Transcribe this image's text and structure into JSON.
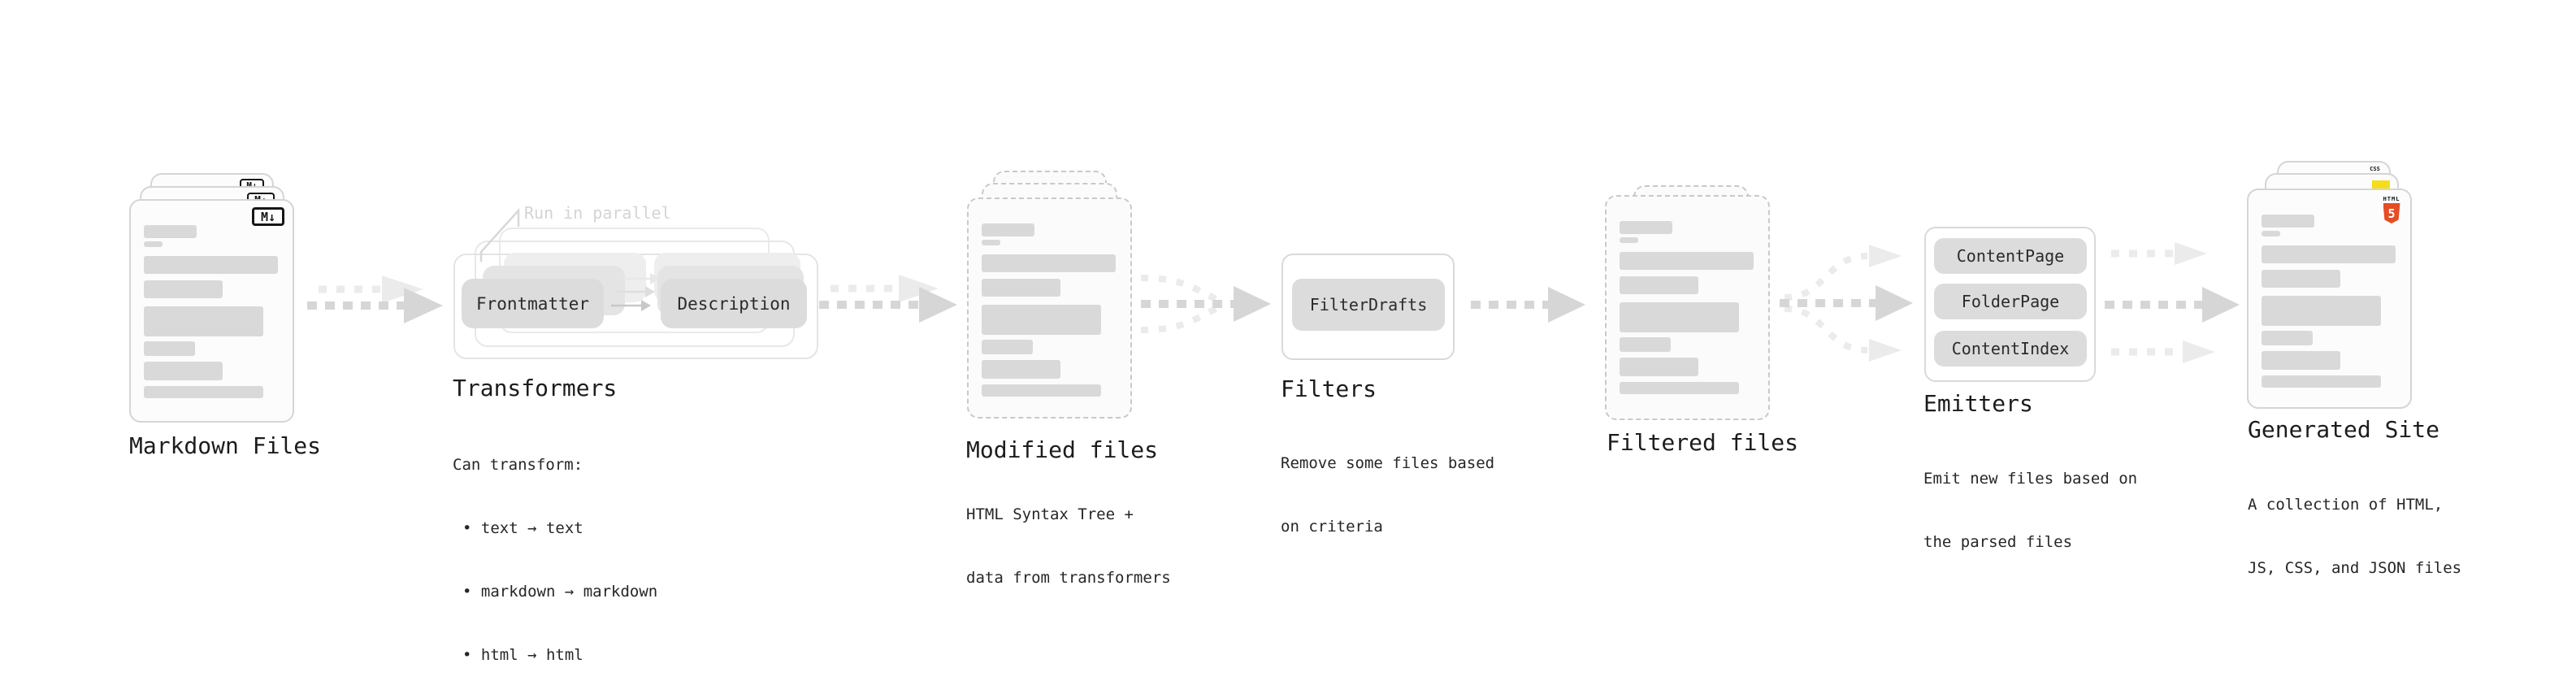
{
  "stages": {
    "markdown_files": {
      "title": "Markdown Files"
    },
    "transformers": {
      "title": "Transformers",
      "annotation": "Run in parallel",
      "pills": {
        "left": "Frontmatter",
        "right": "Description"
      },
      "desc_heading": "Can transform:",
      "desc_items": [
        "• text → text",
        "• markdown → markdown",
        "• html → html"
      ]
    },
    "modified_files": {
      "title": "Modified files",
      "desc_lines": [
        "HTML Syntax Tree +",
        "data from transformers"
      ]
    },
    "filters": {
      "title": "Filters",
      "pill": "FilterDrafts",
      "desc_lines": [
        "Remove some files based",
        "on criteria"
      ]
    },
    "filtered_files": {
      "title": "Filtered files"
    },
    "emitters": {
      "title": "Emitters",
      "pills": [
        "ContentPage",
        "FolderPage",
        "ContentIndex"
      ],
      "desc_lines": [
        "Emit new files based on",
        "the parsed files"
      ]
    },
    "generated_site": {
      "title": "Generated Site",
      "desc_lines": [
        "A collection of HTML,",
        "JS, CSS, and JSON files"
      ]
    }
  },
  "icons": {
    "markdown_logo": "M↓",
    "html5_logo": {
      "word": "HTML",
      "numeral": "5"
    },
    "css_badge": "CSS"
  },
  "colors": {
    "html5_orange": "#e44d26",
    "js_yellow": "#f5de19",
    "css_blue": "#2965f1",
    "arrow_dark": "#d6d6d6",
    "arrow_light": "#ebebeb",
    "doc_bar": "#d9d9d9",
    "pill_fill": "#dcdcdc",
    "annotation_gray": "#d4d4d4",
    "title_text": "#1c1c1c",
    "body_text": "#262626"
  }
}
